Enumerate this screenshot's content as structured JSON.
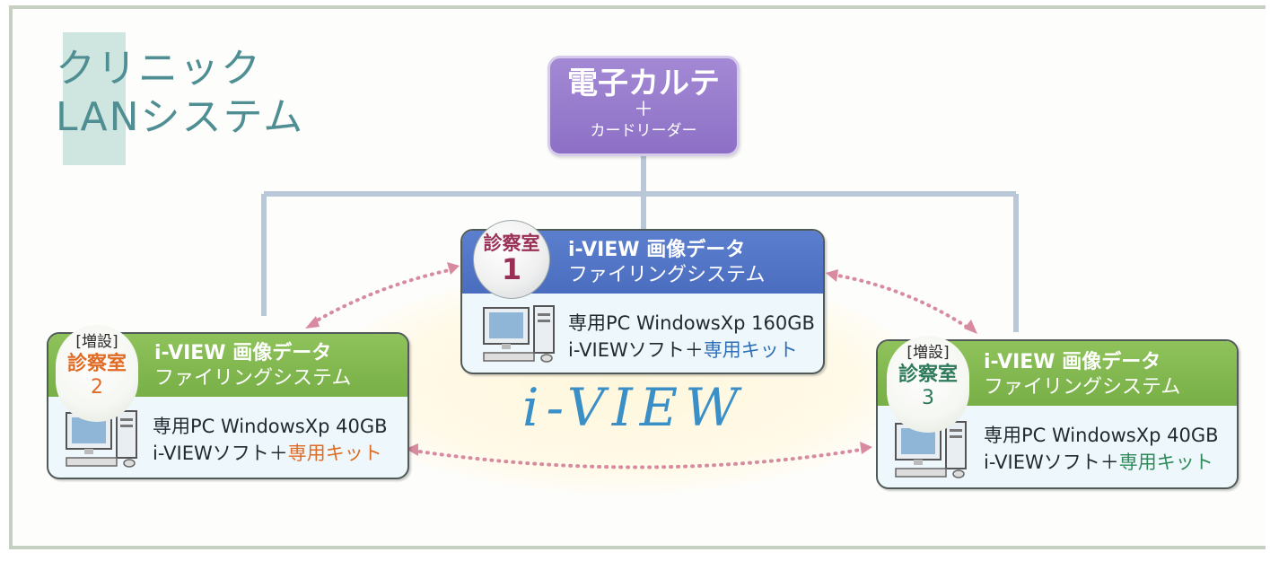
{
  "title": {
    "line1": "クリニック",
    "line2": "LANシステム"
  },
  "ehr": {
    "line1": "電子カルテ",
    "plus": "＋",
    "line2": "カードリーダー"
  },
  "logo": "i-VIEW",
  "room1": {
    "badge_label": "診察室",
    "badge_number": "1",
    "head_line1": "i-VIEW 画像データ",
    "head_line2": "ファイリングシステム",
    "spec_line1": "専用PC WindowsXp 160GB",
    "spec_prefix": "i-VIEWソフト＋",
    "spec_highlight": "専用キット"
  },
  "room2": {
    "badge_tag": "[増設]",
    "badge_label": "診察室",
    "badge_number": "2",
    "head_line1": "i-VIEW 画像データ",
    "head_line2": "ファイリングシステム",
    "spec_line1": "専用PC WindowsXp 40GB",
    "spec_prefix": "i-VIEWソフト＋",
    "spec_highlight": "専用キット"
  },
  "room3": {
    "badge_tag": "[増設]",
    "badge_label": "診察室",
    "badge_number": "3",
    "head_line1": "i-VIEW 画像データ",
    "head_line2": "ファイリングシステム",
    "spec_line1": "専用PC WindowsXp 40GB",
    "spec_prefix": "i-VIEWソフト＋",
    "spec_highlight": "専用キット"
  },
  "colors": {
    "ehr": "#9a7fd0",
    "room1_header": "#5577c8",
    "room2_header": "#84b852",
    "room3_header": "#84b852",
    "connector": "#b8c8d6",
    "dotted_arrow": "#d88aa0"
  }
}
